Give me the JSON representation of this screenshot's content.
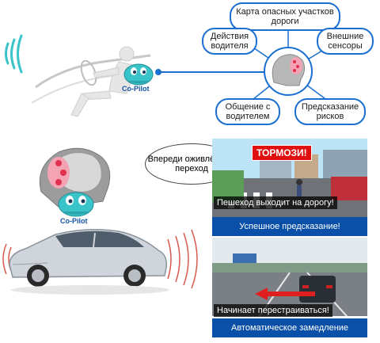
{
  "top_diagram": {
    "nodes": {
      "hazard_map": "Карта опасных участков дороги",
      "driver_actions": "Действия водителя",
      "external_sensors": "Внешние сенсоры",
      "driver_communication": "Общение с водителем",
      "risk_prediction": "Предсказание рисков"
    },
    "copilot_label": "Co-Pilot"
  },
  "bottom": {
    "copilot_label": "Co-Pilot",
    "speech": "Впереди оживлённый переход",
    "panel1": {
      "brake": "ТОРМОЗИ!",
      "overlay": "Пешеход выходит на дорогу!",
      "caption": "Успешное предсказание!"
    },
    "panel2": {
      "overlay": "Начинает перестраиваться!",
      "caption": "Автоматическое замедление"
    }
  },
  "colors": {
    "accent_blue": "#1a6fd0",
    "caption_blue": "#0a4fa8",
    "brake_red": "#e01010",
    "mascot_teal": "#3ac4c9"
  }
}
